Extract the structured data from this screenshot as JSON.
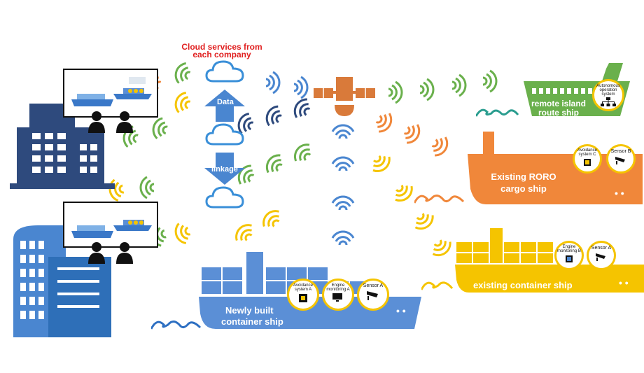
{
  "cloud": {
    "title_line1": "Cloud services from",
    "title_line2": "each company",
    "arrow_top_label": "Data",
    "arrow_bottom_label": "linkage"
  },
  "ships": {
    "remote_island": {
      "line1": "remote island",
      "line2": "route ship",
      "color": "#6ab04c",
      "badge_label": "Autonomous operation system"
    },
    "roro": {
      "line1": "Existing RORO",
      "line2": "cargo ship",
      "color": "#f0873a",
      "badge1_label": "Avoidance system C",
      "badge2_label": "Sensor B"
    },
    "existing_container": {
      "line1": "existing container ship",
      "color": "#f5c400",
      "badge1_label": "Engine monitoring B",
      "badge2_label": "Sensor A"
    },
    "new_container": {
      "line1": "Newly built",
      "line2": "container ship",
      "color": "#5b8fd6",
      "badge1_label": "Avoidance system A",
      "badge2_label": "Engine monitoring A",
      "badge3_label": "Sensor A"
    }
  },
  "colors": {
    "building_dark": "#2e4a7d",
    "building_light": "#4a86d0",
    "satellite": "#d97a3a",
    "wave": "#2d6fc2",
    "cloud": "#3a8fd8",
    "arrow": "#4a86d0"
  },
  "icons": [
    "office-building-icon",
    "cloud-icon",
    "satellite-icon",
    "signal-icon",
    "person-icon",
    "monitor-icon",
    "chip-icon",
    "camera-icon",
    "wave-icon",
    "ship-icon"
  ]
}
